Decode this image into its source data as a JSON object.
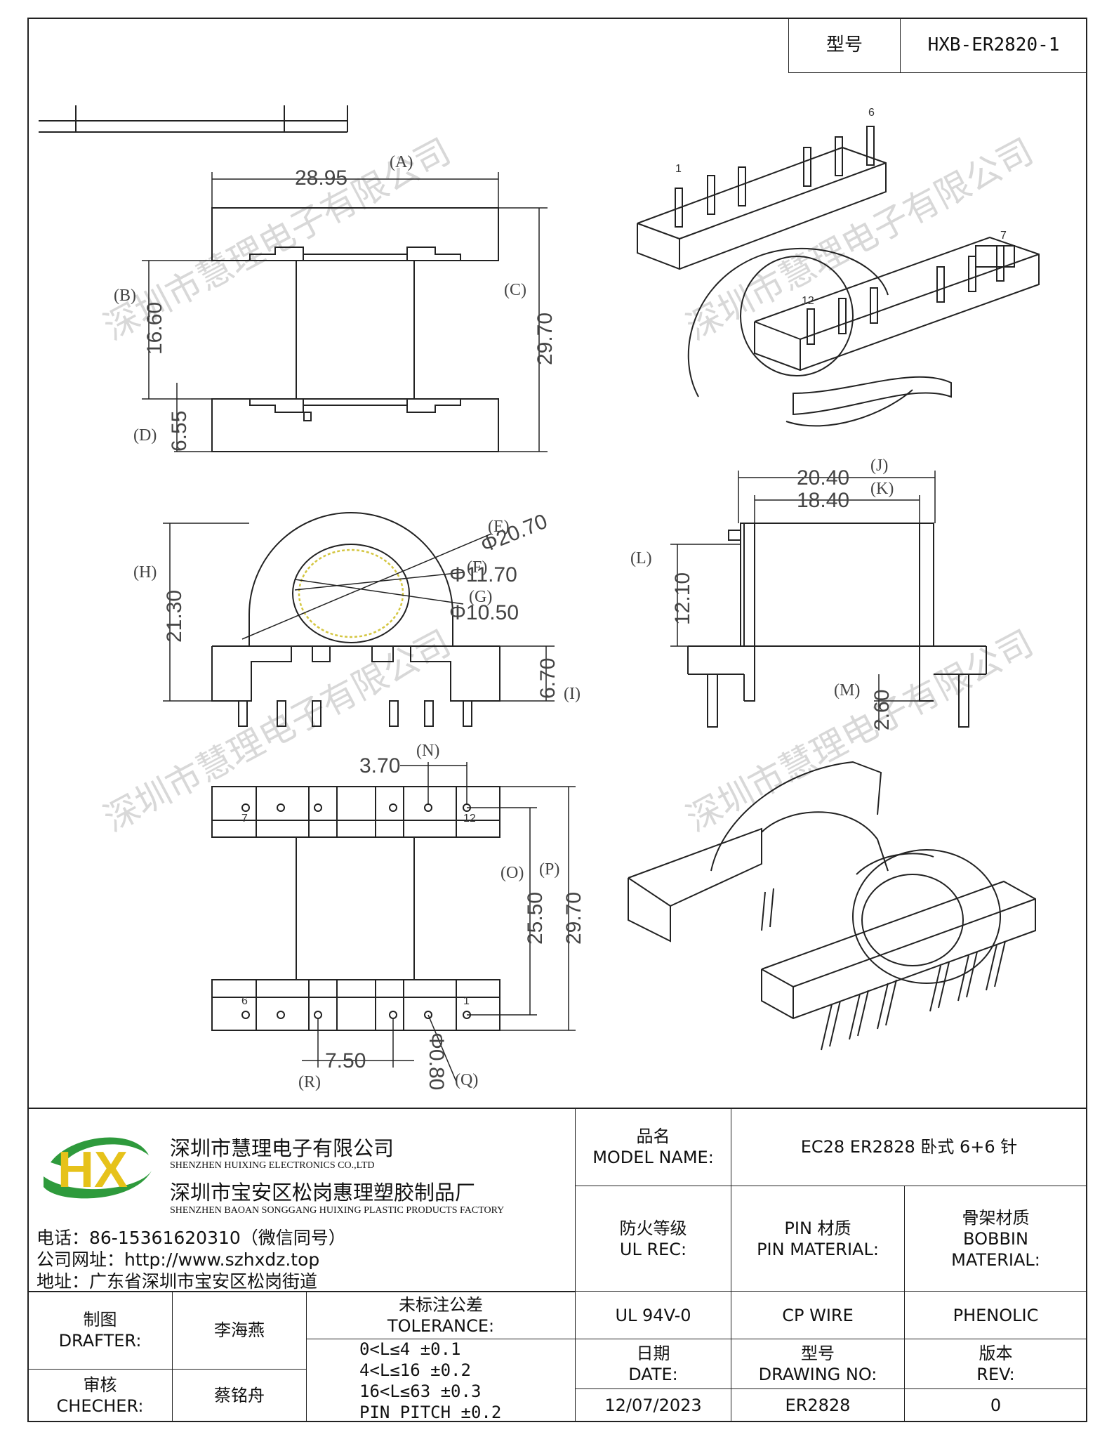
{
  "header": {
    "model_label": "型号",
    "model_value": "HXB-ER2820-1"
  },
  "dimensions": {
    "A": "28.95",
    "A_tag": "(A)",
    "B": "16.60",
    "B_tag": "(B)",
    "C": "29.70",
    "C_tag": "(C)",
    "D": "6.55",
    "D_tag": "(D)",
    "E": "Φ20.70",
    "E_tag": "(E)",
    "F": "Φ11.70",
    "F_tag": "(F)",
    "G": "Φ10.50",
    "G_tag": "(G)",
    "H": "21.30",
    "H_tag": "(H)",
    "I": "6.70",
    "I_tag": "(I)",
    "J": "20.40",
    "J_tag": "(J)",
    "K": "18.40",
    "K_tag": "(K)",
    "L": "12.10",
    "L_tag": "(L)",
    "M": "2.60",
    "M_tag": "(M)",
    "N": "3.70",
    "N_tag": "(N)",
    "O": "25.50",
    "O_tag": "(O)",
    "P": "29.70",
    "P_tag": "(P)",
    "R": "7.50",
    "R_tag": "(R)",
    "Q": "Φ0.80",
    "Q_tag": "(Q)"
  },
  "pins": {
    "p1": "1",
    "p6": "6",
    "p7": "7",
    "p12": "12"
  },
  "watermark": "深圳市慧理电子有限公司",
  "company": {
    "logo": "HX",
    "name_cn": "深圳市慧理电子有限公司",
    "name_en": "SHENZHEN HUIXING ELECTRONICS CO.,LTD",
    "factory_cn": "深圳市宝安区松岗惠理塑胶制品厂",
    "factory_en": "SHENZHEN BAOAN SONGGANG HUIXING PLASTIC PRODUCTS FACTORY",
    "phone": "电话：86-15361620310（微信同号）",
    "website": "公司网址：http://www.szhxdz.top",
    "address": "地址：广东省深圳市宝安区松岗街道"
  },
  "title_block": {
    "model_name_cn": "品名",
    "model_name_en": "MODEL NAME:",
    "model_name_value": "EC28 ER2828 卧式 6+6 针",
    "ul_cn": "防火等级",
    "ul_en": "UL REC:",
    "pin_mat_cn": "PIN 材质",
    "pin_mat_en": "PIN MATERIAL:",
    "bobbin_cn": "骨架材质",
    "bobbin_en1": "BOBBIN",
    "bobbin_en2": "MATERIAL:",
    "ul_value": "UL 94V-0",
    "pin_value": "CP WIRE",
    "bobbin_value": "PHENOLIC",
    "drafter_cn": "制图",
    "drafter_en": "DRAFTER:",
    "drafter_name": "李海燕",
    "checker_cn": "审核",
    "checker_en": "CHECHER:",
    "checker_name": "蔡铭舟",
    "tol_cn": "未标注公差",
    "tol_en": "TOLERANCE:",
    "tol_lines": [
      "0<L≤4   ±0.1",
      "4<L≤16  ±0.2",
      "16<L≤63 ±0.3",
      "PIN PITCH ±0.2"
    ],
    "date_cn": "日期",
    "date_en": "DATE:",
    "date_value": "12/07/2023",
    "drawing_cn": "型号",
    "drawing_en": "DRAWING NO:",
    "drawing_value": "ER2828",
    "rev_cn": "版本",
    "rev_en": "REV:",
    "rev_value": "0"
  },
  "colors": {
    "line": "#222222",
    "logo_green": "#2e9a3c",
    "logo_yellow": "#e6c21a",
    "watermark": "#d8d8d8"
  }
}
